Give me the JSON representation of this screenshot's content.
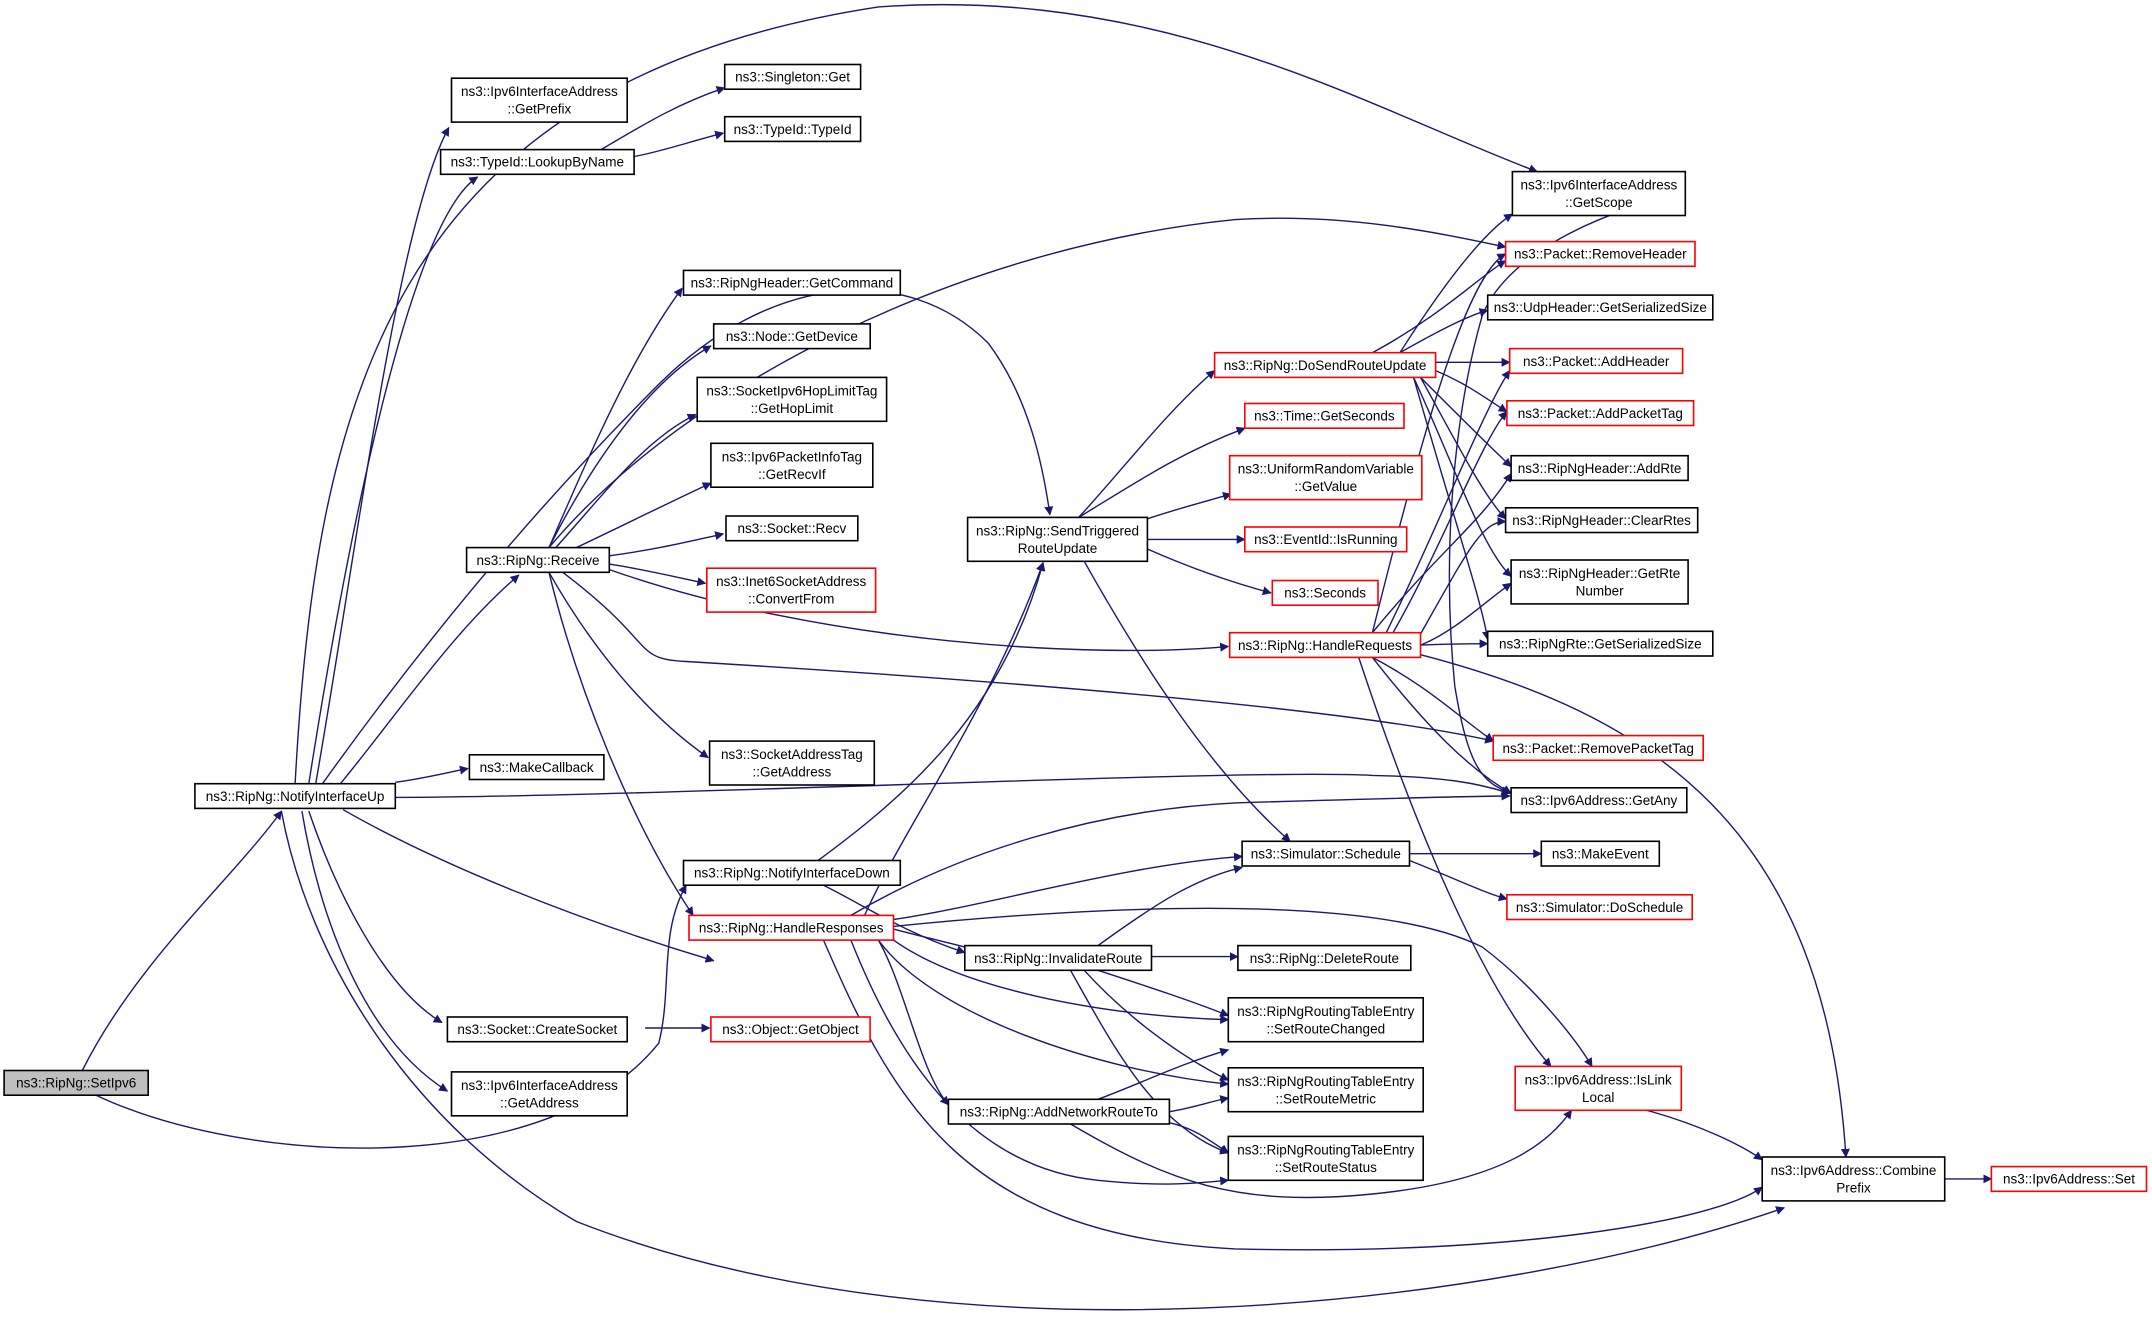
{
  "nodes": [
    {
      "id": "setipv6",
      "lines": [
        "ns3::RipNg::SetIpv6"
      ],
      "style": "root"
    },
    {
      "id": "notifyup",
      "lines": [
        "ns3::RipNg::NotifyInterfaceUp"
      ],
      "style": "black"
    },
    {
      "id": "getprefix",
      "lines": [
        "ns3::Ipv6InterfaceAddress",
        "::GetPrefix"
      ],
      "style": "black"
    },
    {
      "id": "lookup",
      "lines": [
        "ns3::TypeId::LookupByName"
      ],
      "style": "black"
    },
    {
      "id": "singleton",
      "lines": [
        "ns3::Singleton::Get"
      ],
      "style": "black"
    },
    {
      "id": "typeid",
      "lines": [
        "ns3::TypeId::TypeId"
      ],
      "style": "black"
    },
    {
      "id": "receive",
      "lines": [
        "ns3::RipNg::Receive"
      ],
      "style": "black"
    },
    {
      "id": "getcommand",
      "lines": [
        "ns3::RipNgHeader::GetCommand"
      ],
      "style": "black"
    },
    {
      "id": "getdevice",
      "lines": [
        "ns3::Node::GetDevice"
      ],
      "style": "black"
    },
    {
      "id": "gethoplimit",
      "lines": [
        "ns3::SocketIpv6HopLimitTag",
        "::GetHopLimit"
      ],
      "style": "black"
    },
    {
      "id": "getrecvif",
      "lines": [
        "ns3::Ipv6PacketInfoTag",
        "::GetRecvIf"
      ],
      "style": "black"
    },
    {
      "id": "recv",
      "lines": [
        "ns3::Socket::Recv"
      ],
      "style": "black"
    },
    {
      "id": "convertfrom",
      "lines": [
        "ns3::Inet6SocketAddress",
        "::ConvertFrom"
      ],
      "style": "red"
    },
    {
      "id": "sockaddrtag",
      "lines": [
        "ns3::SocketAddressTag",
        "::GetAddress"
      ],
      "style": "black"
    },
    {
      "id": "makecallback",
      "lines": [
        "ns3::MakeCallback"
      ],
      "style": "black"
    },
    {
      "id": "notifydown",
      "lines": [
        "ns3::RipNg::NotifyInterfaceDown"
      ],
      "style": "black"
    },
    {
      "id": "handleresp",
      "lines": [
        "ns3::RipNg::HandleResponses"
      ],
      "style": "red"
    },
    {
      "id": "createsocket",
      "lines": [
        "ns3::Socket::CreateSocket"
      ],
      "style": "black"
    },
    {
      "id": "getobject",
      "lines": [
        "ns3::Object::GetObject"
      ],
      "style": "red"
    },
    {
      "id": "ifaddrgetaddr",
      "lines": [
        "ns3::Ipv6InterfaceAddress",
        "::GetAddress"
      ],
      "style": "black"
    },
    {
      "id": "sendtrig",
      "lines": [
        "ns3::RipNg::SendTriggered",
        "RouteUpdate"
      ],
      "style": "black"
    },
    {
      "id": "dosend",
      "lines": [
        "ns3::RipNg::DoSendRouteUpdate"
      ],
      "style": "red"
    },
    {
      "id": "getseconds",
      "lines": [
        "ns3::Time::GetSeconds"
      ],
      "style": "red"
    },
    {
      "id": "urvgetvalue",
      "lines": [
        "ns3::UniformRandomVariable",
        "::GetValue"
      ],
      "style": "red"
    },
    {
      "id": "isrunning",
      "lines": [
        "ns3::EventId::IsRunning"
      ],
      "style": "red"
    },
    {
      "id": "seconds",
      "lines": [
        "ns3::Seconds"
      ],
      "style": "red"
    },
    {
      "id": "handlereq",
      "lines": [
        "ns3::RipNg::HandleRequests"
      ],
      "style": "red"
    },
    {
      "id": "schedule",
      "lines": [
        "ns3::Simulator::Schedule"
      ],
      "style": "black"
    },
    {
      "id": "invalidate",
      "lines": [
        "ns3::RipNg::InvalidateRoute"
      ],
      "style": "black"
    },
    {
      "id": "deleteroute",
      "lines": [
        "ns3::RipNg::DeleteRoute"
      ],
      "style": "black"
    },
    {
      "id": "setchanged",
      "lines": [
        "ns3::RipNgRoutingTableEntry",
        "::SetRouteChanged"
      ],
      "style": "black"
    },
    {
      "id": "setmetric",
      "lines": [
        "ns3::RipNgRoutingTableEntry",
        "::SetRouteMetric"
      ],
      "style": "black"
    },
    {
      "id": "setstatus",
      "lines": [
        "ns3::RipNgRoutingTableEntry",
        "::SetRouteStatus"
      ],
      "style": "black"
    },
    {
      "id": "addnetroute",
      "lines": [
        "ns3::RipNg::AddNetworkRouteTo"
      ],
      "style": "black"
    },
    {
      "id": "getscope",
      "lines": [
        "ns3::Ipv6InterfaceAddress",
        "::GetScope"
      ],
      "style": "black"
    },
    {
      "id": "removeheader",
      "lines": [
        "ns3::Packet::RemoveHeader"
      ],
      "style": "red"
    },
    {
      "id": "udpsize",
      "lines": [
        "ns3::UdpHeader::GetSerializedSize"
      ],
      "style": "black"
    },
    {
      "id": "addheader",
      "lines": [
        "ns3::Packet::AddHeader"
      ],
      "style": "red"
    },
    {
      "id": "addpackettag",
      "lines": [
        "ns3::Packet::AddPacketTag"
      ],
      "style": "red"
    },
    {
      "id": "addrte",
      "lines": [
        "ns3::RipNgHeader::AddRte"
      ],
      "style": "black"
    },
    {
      "id": "clearrtes",
      "lines": [
        "ns3::RipNgHeader::ClearRtes"
      ],
      "style": "black"
    },
    {
      "id": "getrtenum",
      "lines": [
        "ns3::RipNgHeader::GetRte",
        "Number"
      ],
      "style": "black"
    },
    {
      "id": "rtesize",
      "lines": [
        "ns3::RipNgRte::GetSerializedSize"
      ],
      "style": "black"
    },
    {
      "id": "removepackettag",
      "lines": [
        "ns3::Packet::RemovePacketTag"
      ],
      "style": "red"
    },
    {
      "id": "getany",
      "lines": [
        "ns3::Ipv6Address::GetAny"
      ],
      "style": "black"
    },
    {
      "id": "makeevent",
      "lines": [
        "ns3::MakeEvent"
      ],
      "style": "black"
    },
    {
      "id": "doschedule",
      "lines": [
        "ns3::Simulator::DoSchedule"
      ],
      "style": "red"
    },
    {
      "id": "islinklocal",
      "lines": [
        "ns3::Ipv6Address::IsLink",
        "Local"
      ],
      "style": "red"
    },
    {
      "id": "combineprefix",
      "lines": [
        "ns3::Ipv6Address::Combine",
        "Prefix"
      ],
      "style": "black"
    },
    {
      "id": "ipv6set",
      "lines": [
        "ns3::Ipv6Address::Set"
      ],
      "style": "red"
    }
  ]
}
